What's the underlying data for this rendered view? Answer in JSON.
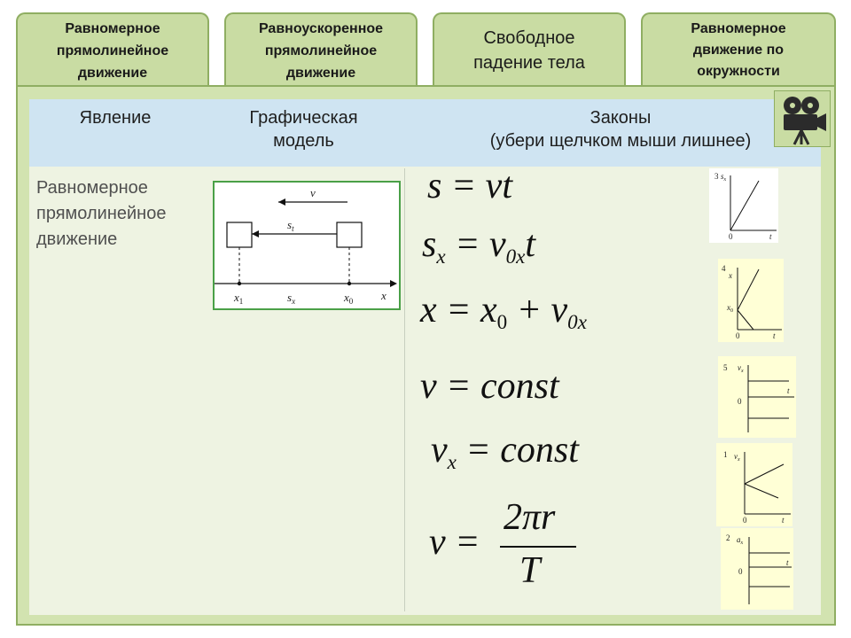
{
  "tabs": [
    {
      "lines": [
        "Равномерное",
        "прямолинейное",
        "движение"
      ]
    },
    {
      "lines": [
        "Равноускоренное",
        "прямолинейное",
        "движение"
      ]
    },
    {
      "lines": [
        "Свободное",
        "падение тела"
      ]
    },
    {
      "lines": [
        "Равномерное",
        "движение по",
        "окружности"
      ]
    }
  ],
  "table": {
    "headers": {
      "phenomenon": "Явление",
      "model_line1": "Графическая",
      "model_line2": "модель",
      "laws_line1": "Законы",
      "laws_line2": "(убери щелчком мыши лишнее)"
    },
    "row": {
      "phenomenon_lines": [
        "Равномерное",
        "прямолинейное",
        "движение"
      ]
    }
  },
  "model": {
    "v_label": "v",
    "s_label": "s",
    "s_sub": "t",
    "x1_label": "x",
    "x1_sub": "1",
    "sx_label": "s",
    "sx_sub": "x",
    "x0_label": "x",
    "x0_sub": "0",
    "x_axis_label": "x"
  },
  "formulas": {
    "f1": {
      "text": "s = vt"
    },
    "f2": {
      "a": "s",
      "a_sub": "x",
      "eq": " = v",
      "b_sub": "0x",
      "c": "t"
    },
    "f3": {
      "a": "x = x",
      "a_sub": "0",
      "mid": " + v",
      "b_sub": "0x"
    },
    "f4": {
      "text": "v = const"
    },
    "f5": {
      "a": "v",
      "a_sub": "x",
      "rest": " = const"
    },
    "f6": {
      "lhs": "v =",
      "num": "2πr",
      "den": "T"
    }
  },
  "graphs": {
    "g1": {
      "number": "3",
      "y_label": "s",
      "y_sub": "x",
      "origin": "0",
      "x_label": "t"
    },
    "g2": {
      "number": "4",
      "y_label": "x",
      "y_mark": "x",
      "y_mark_sub": "0",
      "origin": "0",
      "x_label": "t"
    },
    "g3": {
      "number": "5",
      "y_label": "v",
      "y_sub": "x",
      "zero": "0",
      "x_label": "t"
    },
    "g4": {
      "number": "1",
      "y_label": "v",
      "y_sub": "x",
      "origin": "0",
      "x_label": "t"
    },
    "g5": {
      "number": "2",
      "y_label": "a",
      "y_sub": "x",
      "zero": "0",
      "x_label": "t"
    }
  },
  "colors": {
    "tab_bg": "#c9dca3",
    "panel_bg": "#d2e3b0",
    "header_bg": "#cfe4f2",
    "model_border": "#4aa047",
    "graph_bg": "#ffffd6"
  },
  "icons": {
    "camera": "film-camera-icon"
  }
}
